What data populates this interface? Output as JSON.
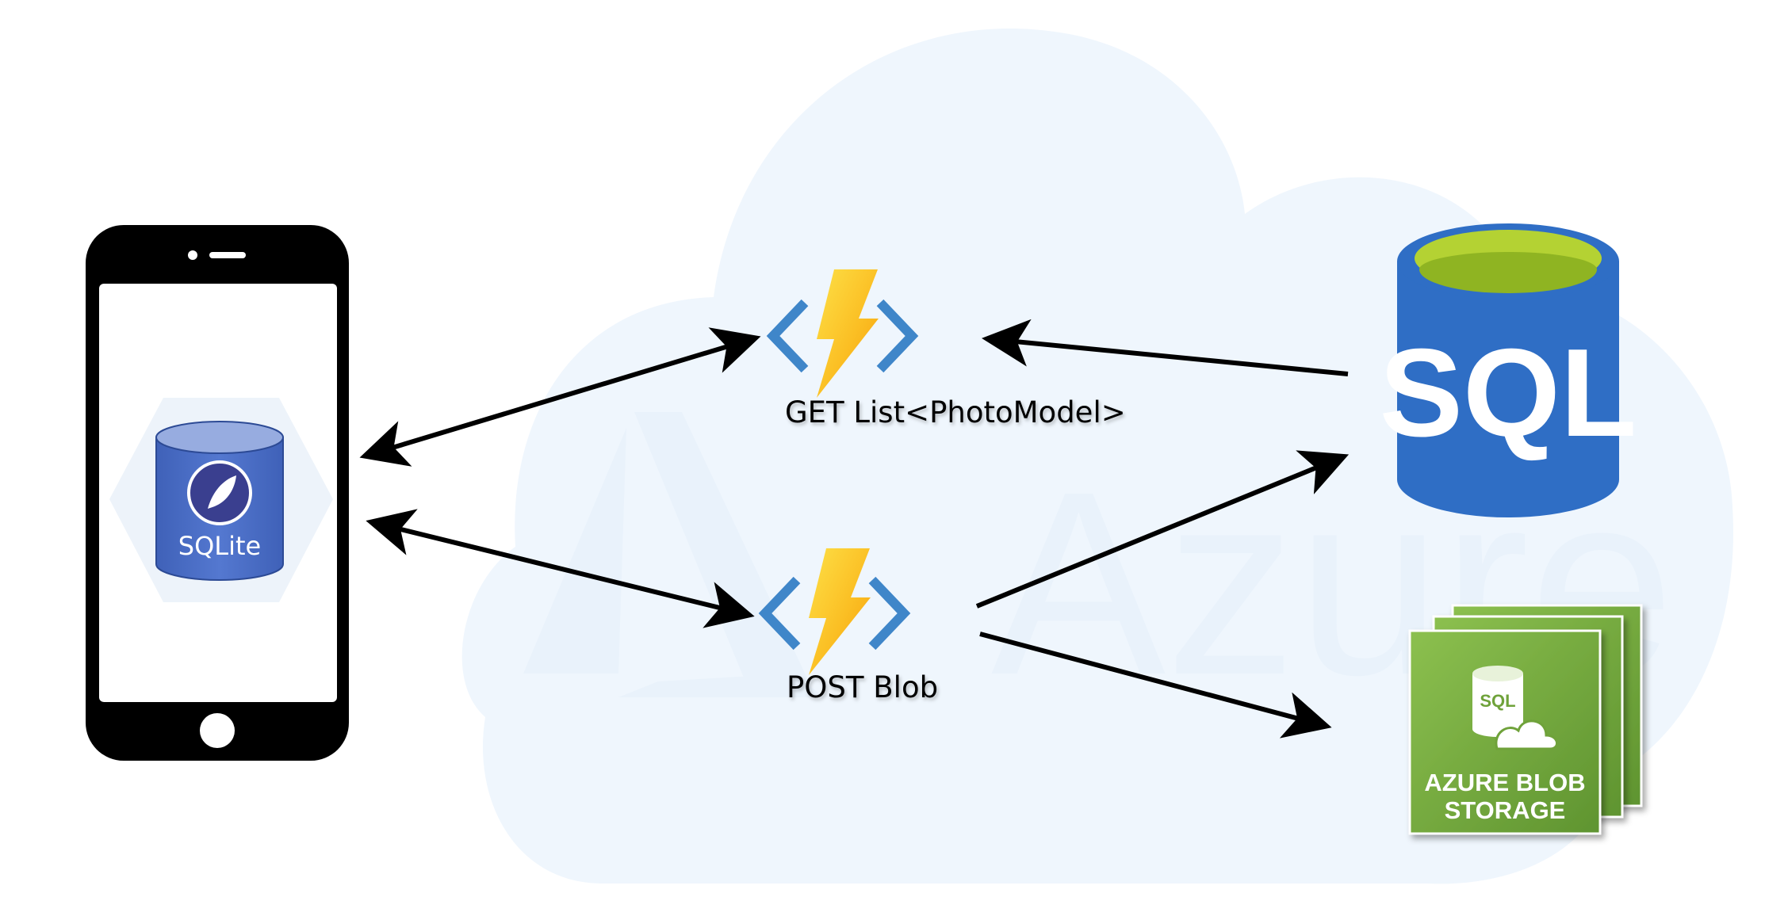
{
  "background": {
    "cloud_color": "#eff6fd",
    "watermark_text": "Azure"
  },
  "phone": {
    "icon": "smartphone-icon",
    "body_color": "#000000",
    "database": {
      "icon": "sqlite-database-icon",
      "label": "SQLite",
      "color": "#4a6fc6"
    }
  },
  "functions": [
    {
      "icon": "azure-function-icon",
      "label": "GET List<PhotoModel>"
    },
    {
      "icon": "azure-function-icon",
      "label": "POST Blob"
    }
  ],
  "sql_database": {
    "icon": "sql-database-icon",
    "label": "SQL",
    "color": "#2f6ec5",
    "rim_color": "#b4d233"
  },
  "blob_storage": {
    "icon": "azure-blob-storage-icon",
    "label_line1": "AZURE BLOB",
    "label_line2": "STORAGE",
    "inner_label": "SQL",
    "color": "#6fa23a"
  },
  "connections": [
    {
      "from": "phone",
      "to": "get-function",
      "direction": "both"
    },
    {
      "from": "phone",
      "to": "post-function",
      "direction": "both"
    },
    {
      "from": "sql-database",
      "to": "get-function",
      "direction": "forward"
    },
    {
      "from": "post-function",
      "to": "sql-database",
      "direction": "forward"
    },
    {
      "from": "post-function",
      "to": "blob-storage",
      "direction": "forward"
    }
  ]
}
